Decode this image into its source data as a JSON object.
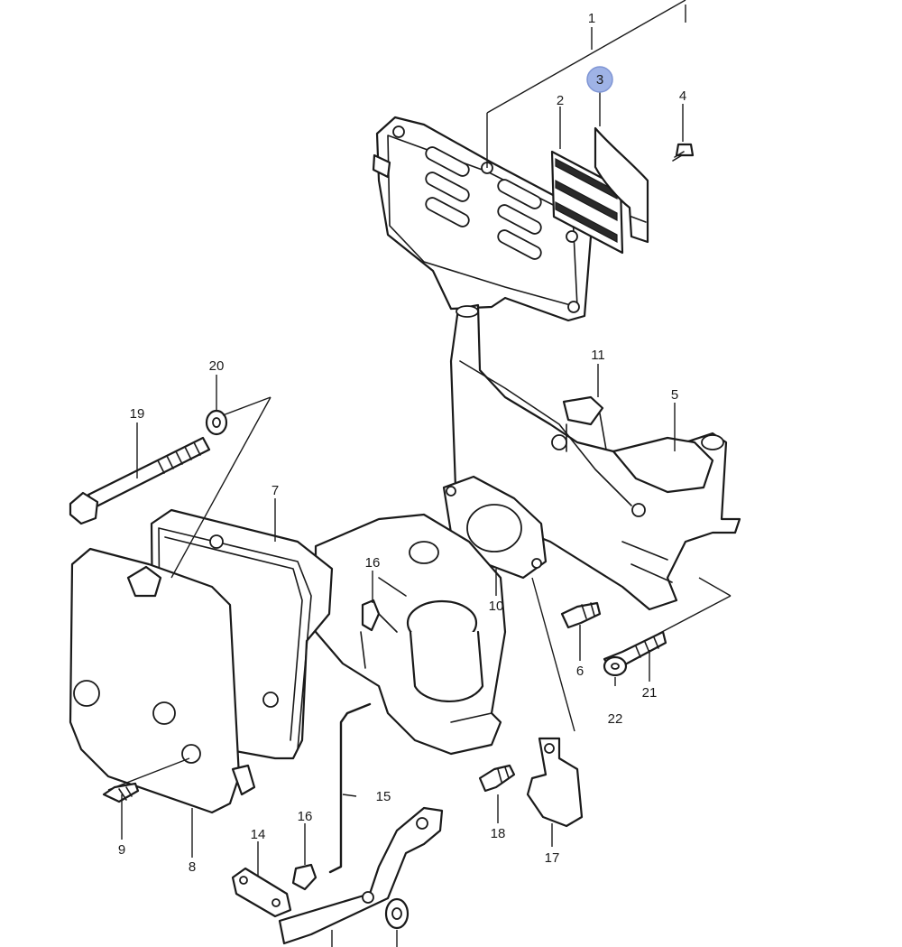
{
  "callouts": [
    {
      "id": "1",
      "label": "1"
    },
    {
      "id": "2",
      "label": "2"
    },
    {
      "id": "3",
      "label": "3",
      "highlighted": true
    },
    {
      "id": "4",
      "label": "4"
    },
    {
      "id": "5",
      "label": "5"
    },
    {
      "id": "6",
      "label": "6"
    },
    {
      "id": "7",
      "label": "7"
    },
    {
      "id": "8",
      "label": "8"
    },
    {
      "id": "9",
      "label": "9"
    },
    {
      "id": "10",
      "label": "10"
    },
    {
      "id": "11",
      "label": "11"
    },
    {
      "id": "14",
      "label": "14"
    },
    {
      "id": "15",
      "label": "15"
    },
    {
      "id": "16a",
      "label": "16"
    },
    {
      "id": "16b",
      "label": "16"
    },
    {
      "id": "17",
      "label": "17"
    },
    {
      "id": "18",
      "label": "18"
    },
    {
      "id": "19",
      "label": "19"
    },
    {
      "id": "20",
      "label": "20"
    },
    {
      "id": "21",
      "label": "21"
    },
    {
      "id": "22",
      "label": "22"
    }
  ],
  "colors": {
    "line": "#1a1a1a",
    "background": "#ffffff",
    "highlight": "#9fb3e6"
  }
}
